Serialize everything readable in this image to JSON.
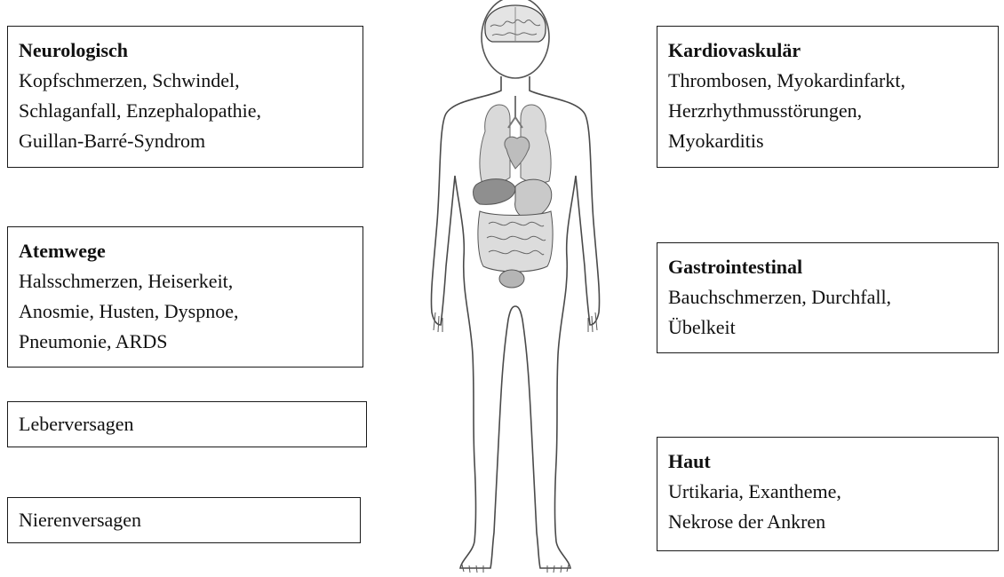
{
  "neurologisch": {
    "title": "Neurologisch",
    "lines": [
      "Kopfschmerzen, Schwindel,",
      "Schlaganfall,  Enzephalopathie,",
      "Guillan-Barré-Syndrom"
    ]
  },
  "atemwege": {
    "title": "Atemwege",
    "lines": [
      "Halsschmerzen,  Heiserkeit,",
      "Anosmie, Husten, Dyspnoe,",
      "Pneumonie, ARDS"
    ]
  },
  "leber": {
    "label": "Leberversagen"
  },
  "niere": {
    "label": "Nierenversagen"
  },
  "kardiovaskulaer": {
    "title": "Kardiovaskulär",
    "lines": [
      "Thrombosen, Myokardinfarkt,",
      "Herzrhythmusstörungen,",
      "Myokarditis"
    ]
  },
  "gastrointestinal": {
    "title": "Gastrointestinal",
    "lines": [
      "Bauchschmerzen,  Durchfall,",
      "Übelkeit"
    ]
  },
  "haut": {
    "title": "Haut",
    "lines": [
      "Urtikaria,  Exantheme,",
      "Nekrose der Ankren"
    ]
  },
  "colors": {
    "outline": "#1a1a1a",
    "organ_fill": "#d9d9d9",
    "organ_dark": "#9a9a9a"
  },
  "icons": [
    "human-body-icon",
    "brain-icon",
    "lungs-icon",
    "stomach-icon",
    "intestines-icon",
    "bladder-icon"
  ]
}
